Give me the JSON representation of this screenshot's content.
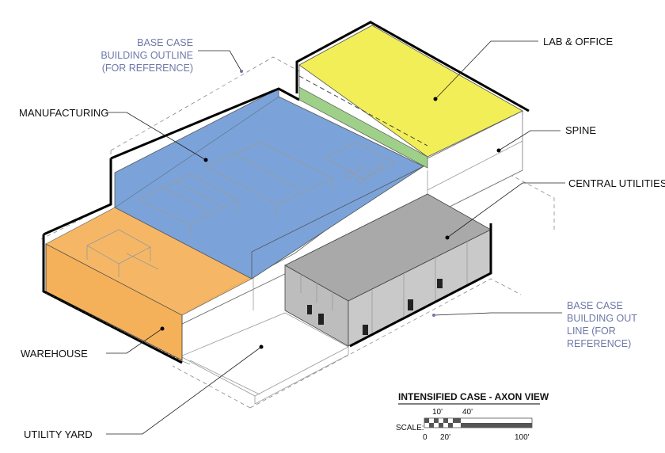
{
  "title": "INTENSIFIED CASE - AXON VIEW",
  "labels": {
    "lab_office": "LAB & OFFICE",
    "manufacturing": "MANUFACTURING",
    "spine": "SPINE",
    "central_utilities": "CENTRAL UTILITIES",
    "warehouse": "WAREHOUSE",
    "utility_yard": "UTILITY YARD"
  },
  "reference_notes": {
    "top": [
      "BASE CASE",
      "BUILDING OUTLINE",
      "(FOR REFERENCE)"
    ],
    "right": [
      "BASE CASE",
      "BUILDING OUT",
      "LINE (FOR",
      "REFERENCE)"
    ]
  },
  "scale": {
    "label": "SCALE:",
    "top_ticks": [
      "10'",
      "40'"
    ],
    "bottom_ticks": [
      "0",
      "20'",
      "100'"
    ]
  },
  "colors": {
    "lab_office": "#f2ee58",
    "manufacturing": "#7ba3d9",
    "warehouse": "#f5b15a",
    "spine": "#9fd08a",
    "central_utilities": "#a9a9a9",
    "reference": "#6f78a8"
  }
}
